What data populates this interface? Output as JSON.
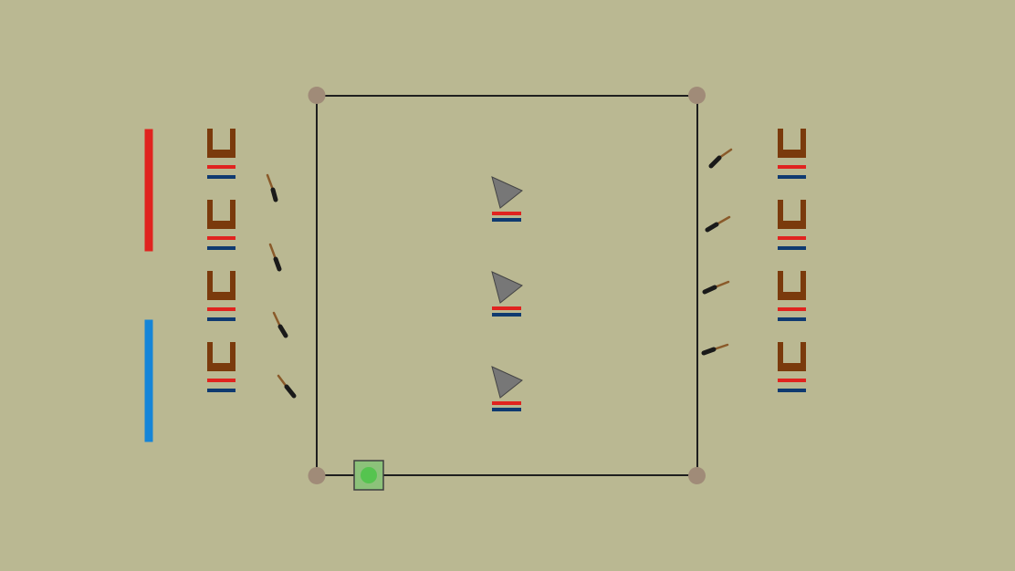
{
  "scene": {
    "background_color": "#bab892",
    "field_border_color": "#1e1e1e",
    "corner_color": "#a08b78",
    "red_team_color": "#e0231f",
    "blue_team_color": "#1585d8",
    "goal_color": "#7a3a0c",
    "bar_red_color": "#e0231f",
    "bar_blue_color": "#0f3a70",
    "cone_color": "#777777",
    "stick_shaft_color": "#8a5a2a",
    "stick_grip_color": "#1a1a1a",
    "marker_fill_color": "#7bc86f",
    "marker_glow_color": "#4fc44a"
  },
  "objects": {
    "left_goal_count": 4,
    "right_goal_count": 4,
    "cone_count": 3,
    "left_stick_count": 4,
    "right_stick_count": 4
  }
}
